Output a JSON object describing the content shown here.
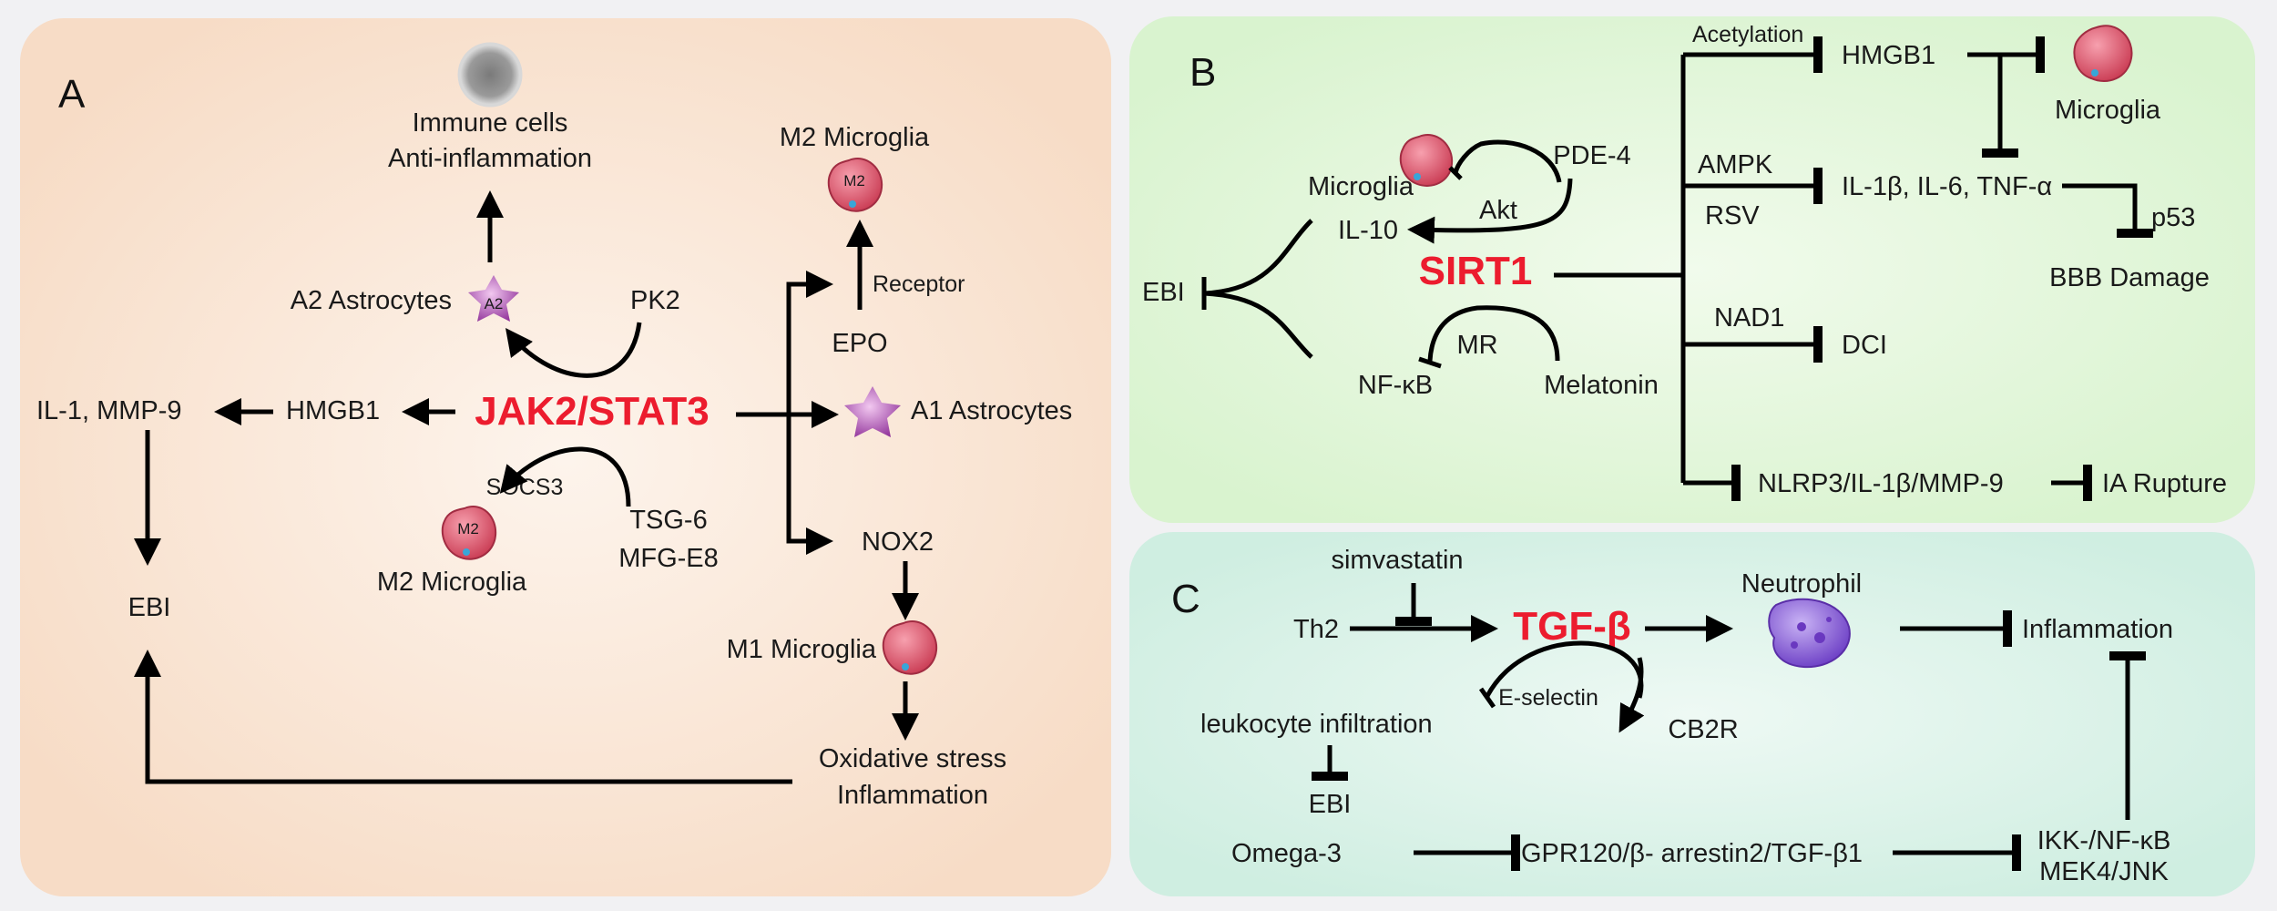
{
  "panel_a": {
    "letter": "A",
    "hub": "JAK2/STAT3",
    "nodes": {
      "immune_cells": "Immune cells",
      "anti_inflammation": "Anti-inflammation",
      "a2_astrocytes": "A2 Astrocytes",
      "a2_badge": "A2",
      "pk2": "PK2",
      "il1_mmp9": "IL-1, MMP-9",
      "hmgb1": "HMGB1",
      "ebi": "EBI",
      "socs3": "SOCS3",
      "tsg6": "TSG-6",
      "mfge8": "MFG-E8",
      "m2_microglia_lower": "M2 Microglia",
      "m2_badge_lower": "M2",
      "m2_microglia_upper": "M2 Microglia",
      "m2_badge_upper": "M2",
      "receptor": "Receptor",
      "epo": "EPO",
      "a1_astrocytes": "A1 Astrocytes",
      "nox2": "NOX2",
      "m1_microglia": "M1 Microglia",
      "oxidative_stress": "Oxidative stress",
      "inflammation": "Inflammation"
    },
    "colors": {
      "background": "#f7dcc6",
      "center": "#fdf4ec"
    }
  },
  "panel_b": {
    "letter": "B",
    "hub": "SIRT1",
    "nodes": {
      "microglia_left": "Microglia",
      "pde4": "PDE-4",
      "akt": "Akt",
      "il10": "IL-10",
      "ebi": "EBI",
      "mr": "MR",
      "nfkb": "NF-κB",
      "melatonin": "Melatonin",
      "acetylation": "Acetylation",
      "hmgb1": "HMGB1",
      "microglia_right": "Microglia",
      "ampk": "AMPK",
      "rsv": "RSV",
      "cytokines": "IL-1β, IL-6, TNF-α",
      "p53": "p53",
      "bbb_damage": "BBB Damage",
      "nad1": "NAD1",
      "dci": "DCI",
      "nlrp3": "NLRP3/IL-1β/MMP-9",
      "ia_rupture": "IA Rupture"
    },
    "colors": {
      "background": "#d9f3cf",
      "center": "#f1fbec"
    }
  },
  "panel_c": {
    "letter": "C",
    "hub": "TGF-β",
    "nodes": {
      "simvastatin": "simvastatin",
      "th2": "Th2",
      "neutrophil": "Neutrophil",
      "inflammation": "Inflammation",
      "e_selectin": "E-selectin",
      "cb2r": "CB2R",
      "leukocyte_infiltration": "leukocyte infiltration",
      "ebi": "EBI",
      "omega3": "Omega-3",
      "gpr120": "GPR120/β- arrestin2/TGF-β1",
      "ikk": "IKK-/NF-κB",
      "mek4": "MEK4/JNK"
    },
    "colors": {
      "background": "#cfeee1",
      "center": "#eef9f4"
    }
  },
  "palette": {
    "hub_text": "#ec1c2e",
    "microglia": "#e0566c",
    "astrocyte": "#a03aa8",
    "neutrophil": "#8a62d8",
    "immune_cell": "#8a8a8a"
  }
}
